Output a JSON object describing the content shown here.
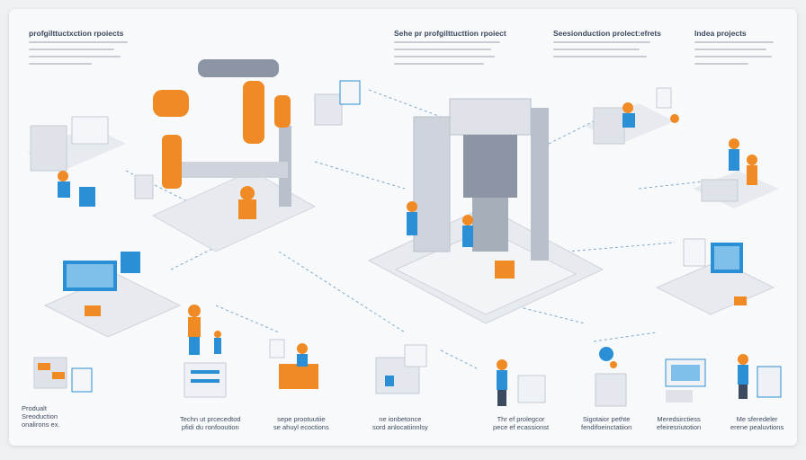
{
  "headers": [
    {
      "text": "profgilttuctxction rpoiects"
    },
    {
      "text": "Sehe pr profgilttucttion rpoiect"
    },
    {
      "text": "Seesionduction prolect:efrets"
    },
    {
      "text": "Indea projects"
    }
  ],
  "captions": [
    {
      "line1": "Produalt",
      "line2": "Sreoduction",
      "line3": "onalirons ex."
    },
    {
      "line1": "Techn ut prcecedtod",
      "line2": "pfidi du ronfooution"
    },
    {
      "line1": "sepe prootuutiie",
      "line2": "se ahuyl ecoctions"
    },
    {
      "line1": "ne ionbetonce",
      "line2": "sord anlocatiinnlsy"
    },
    {
      "line1": "Thr ef prolegcor",
      "line2": "pece ef ecassionst"
    },
    {
      "line1": "Sigotaior pethte",
      "line2": "fendifoeinctatiion"
    },
    {
      "line1": "Meredsirctiess",
      "line2": "efeiresriutotion"
    },
    {
      "line1": "Me sferedeler",
      "line2": "erene pealuvtions"
    }
  ],
  "colors": {
    "accent_orange": "#f08a24",
    "accent_blue": "#2b8fd6",
    "machine_gray": "#8c95a3",
    "platform_light": "#e7eaef",
    "dashed_line": "#7fa9c9"
  }
}
